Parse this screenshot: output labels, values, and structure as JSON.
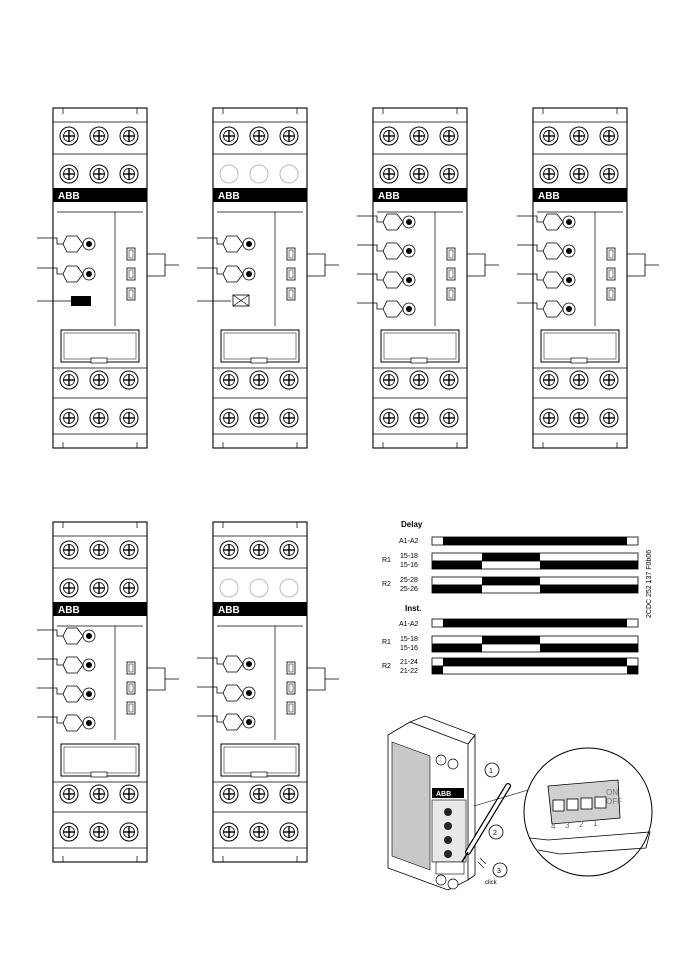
{
  "figure_code": "2CDC 252 137 F0b06",
  "brand": "ABB",
  "devices": [
    {
      "id": "d1",
      "pots": 2,
      "sub": "black-box",
      "top_row": "terminals"
    },
    {
      "id": "d2",
      "pots": 2,
      "sub": "cross-box",
      "top_row": "blank"
    },
    {
      "id": "d3",
      "pots": 4,
      "sub": "none",
      "top_row": "terminals"
    },
    {
      "id": "d4",
      "pots": 4,
      "sub": "none",
      "top_row": "terminals"
    },
    {
      "id": "d5",
      "pots": 4,
      "sub": "none",
      "top_row": "terminals"
    },
    {
      "id": "d6",
      "pots": 3,
      "sub": "none",
      "top_row": "blank"
    }
  ],
  "timing": {
    "delay": {
      "title": "Delay",
      "r1_label": "R1",
      "r2_label": "R2",
      "a1a2": "A1-A2",
      "r1_top": "15-18",
      "r1_bot": "15-16",
      "r2_top": "25-28",
      "r2_bot": "25-26"
    },
    "inst": {
      "title": "Inst.",
      "r1_label": "R1",
      "r2_label": "R2",
      "a1a2": "A1-A2",
      "r1_top": "15-18",
      "r1_bot": "15-16",
      "r2_top": "21-24",
      "r2_bot": "21-22"
    }
  },
  "dip": {
    "on": "ON",
    "off": "OFF",
    "numbers": [
      "4",
      "3",
      "2",
      "1"
    ],
    "click": "click",
    "steps": [
      "1",
      "2",
      "3"
    ]
  },
  "icons": [
    "terminal-screw-icon",
    "potentiometer-icon",
    "led-icon",
    "screwdriver-icon",
    "dip-switch-icon"
  ]
}
